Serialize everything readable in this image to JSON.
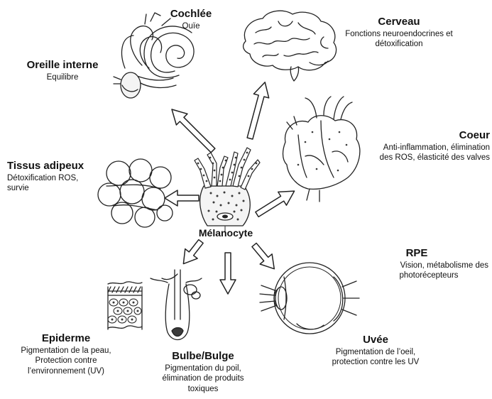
{
  "center": {
    "title": "Mélanocyte"
  },
  "targets": {
    "cochlee": {
      "title": "Cochlée",
      "desc": [
        "Ouïe"
      ]
    },
    "oreille": {
      "title": "Oreille interne",
      "desc": [
        "Equilibre"
      ]
    },
    "cerveau": {
      "title": "Cerveau",
      "desc": [
        "Fonctions neuroendocrines et",
        "détoxification"
      ]
    },
    "coeur": {
      "title": "Coeur",
      "desc": [
        "Anti-inflammation, élimination",
        "des ROS, élasticité des valves"
      ]
    },
    "adipeux": {
      "title": "Tissus adipeux",
      "desc": [
        "Détoxification ROS,",
        "survie"
      ]
    },
    "rpe": {
      "title": "RPE",
      "desc": [
        "Vision, métabolisme des",
        "photorécepteurs"
      ]
    },
    "epiderme": {
      "title": "Epiderme",
      "desc": [
        "Pigmentation de la peau,",
        "Protection contre",
        "l’environnement (UV)"
      ]
    },
    "bulbe": {
      "title": "Bulbe/Bulge",
      "desc": [
        "Pigmentation du poil,",
        "élimination de produits",
        "toxiques"
      ]
    },
    "uvee": {
      "title": "Uvée",
      "desc": [
        "Pigmentation de l’oeil,",
        "protection contre les UV"
      ]
    }
  },
  "style": {
    "line": "#222222",
    "pigment": "#3a3a3a",
    "cell_fill": "#f4f4f4"
  }
}
